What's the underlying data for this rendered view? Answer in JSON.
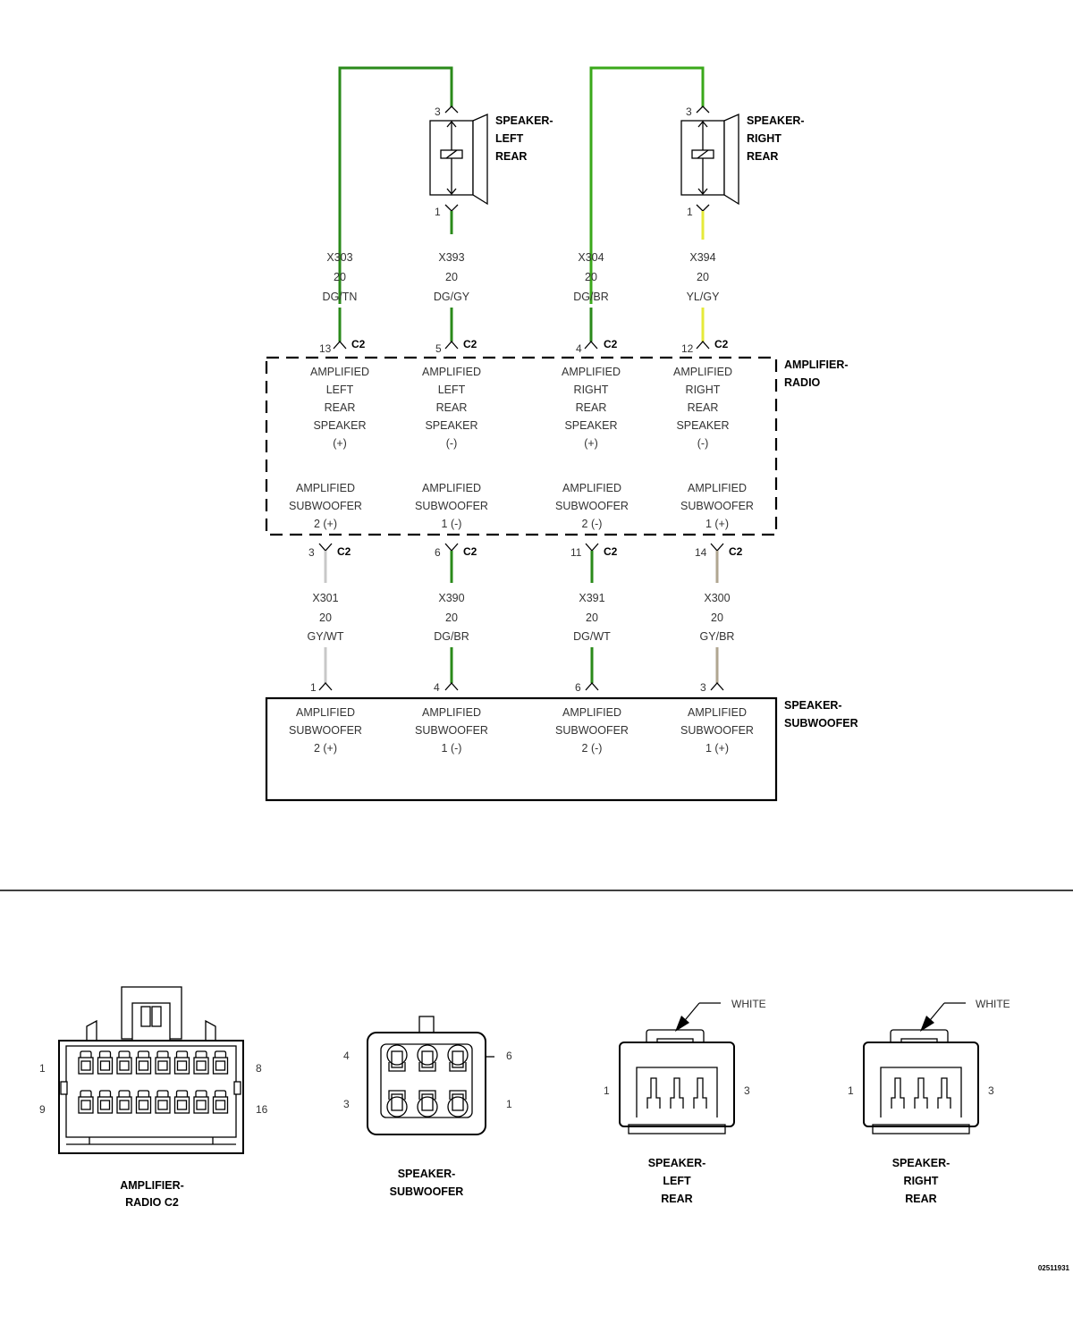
{
  "colors": {
    "dg": "#2a8a1a",
    "dg_bright": "#3aa81a",
    "yellow": "#e6ea3a",
    "gray": "#c8c8c8",
    "tan": "#b0a690",
    "line": "#000000",
    "text": "#333333"
  },
  "top_speakers": [
    {
      "name": [
        "SPEAKER-",
        "LEFT",
        "REAR"
      ],
      "pin_top": "3",
      "pin_bottom": "1"
    },
    {
      "name": [
        "SPEAKER-",
        "RIGHT",
        "REAR"
      ],
      "pin_top": "3",
      "pin_bottom": "1"
    }
  ],
  "upper_wires": [
    {
      "circuit": "X303",
      "gauge": "20",
      "color_code": "DG/TN",
      "pin": "13",
      "connector": "C2"
    },
    {
      "circuit": "X393",
      "gauge": "20",
      "color_code": "DG/GY",
      "pin": "5",
      "connector": "C2"
    },
    {
      "circuit": "X304",
      "gauge": "20",
      "color_code": "DG/BR",
      "pin": "4",
      "connector": "C2"
    },
    {
      "circuit": "X394",
      "gauge": "20",
      "color_code": "YL/GY",
      "pin": "12",
      "connector": "C2"
    }
  ],
  "amplifier": {
    "name": [
      "AMPLIFIER-",
      "RADIO"
    ],
    "upper_functions": [
      [
        "AMPLIFIED",
        "LEFT",
        "REAR",
        "SPEAKER",
        "(+)"
      ],
      [
        "AMPLIFIED",
        "LEFT",
        "REAR",
        "SPEAKER",
        "(-)"
      ],
      [
        "AMPLIFIED",
        "RIGHT",
        "REAR",
        "SPEAKER",
        "(+)"
      ],
      [
        "AMPLIFIED",
        "RIGHT",
        "REAR",
        "SPEAKER",
        "(-)"
      ]
    ],
    "lower_functions": [
      [
        "AMPLIFIED",
        "SUBWOOFER",
        "2 (+)"
      ],
      [
        "AMPLIFIED",
        "SUBWOOFER",
        "1 (-)"
      ],
      [
        "AMPLIFIED",
        "SUBWOOFER",
        "2 (-)"
      ],
      [
        "AMPLIFIED",
        "SUBWOOFER",
        "1 (+)"
      ]
    ]
  },
  "lower_wires": [
    {
      "circuit": "X301",
      "gauge": "20",
      "color_code": "GY/WT",
      "pin": "3",
      "connector": "C2",
      "sub_pin": "1"
    },
    {
      "circuit": "X390",
      "gauge": "20",
      "color_code": "DG/BR",
      "pin": "6",
      "connector": "C2",
      "sub_pin": "4"
    },
    {
      "circuit": "X391",
      "gauge": "20",
      "color_code": "DG/WT",
      "pin": "11",
      "connector": "C2",
      "sub_pin": "6"
    },
    {
      "circuit": "X300",
      "gauge": "20",
      "color_code": "GY/BR",
      "pin": "14",
      "connector": "C2",
      "sub_pin": "3"
    }
  ],
  "subwoofer": {
    "name": [
      "SPEAKER-",
      "SUBWOOFER"
    ],
    "functions": [
      [
        "AMPLIFIED",
        "SUBWOOFER",
        "2 (+)"
      ],
      [
        "AMPLIFIED",
        "SUBWOOFER",
        "1 (-)"
      ],
      [
        "AMPLIFIED",
        "SUBWOOFER",
        "2 (-)"
      ],
      [
        "AMPLIFIED",
        "SUBWOOFER",
        "1 (+)"
      ]
    ]
  },
  "connector_views": {
    "amp_c2": {
      "name": [
        "AMPLIFIER-",
        "RADIO C2"
      ],
      "pins": [
        "1",
        "8",
        "9",
        "16"
      ]
    },
    "subwoofer": {
      "name": [
        "SPEAKER-",
        "SUBWOOFER"
      ],
      "pins": [
        "4",
        "6",
        "3",
        "1"
      ]
    },
    "left_rear": {
      "name": [
        "SPEAKER-",
        "LEFT",
        "REAR"
      ],
      "pins": [
        "1",
        "3"
      ],
      "color_label": "WHITE"
    },
    "right_rear": {
      "name": [
        "SPEAKER-",
        "RIGHT",
        "REAR"
      ],
      "pins": [
        "1",
        "3"
      ],
      "color_label": "WHITE"
    }
  },
  "figure_id": "02511931"
}
